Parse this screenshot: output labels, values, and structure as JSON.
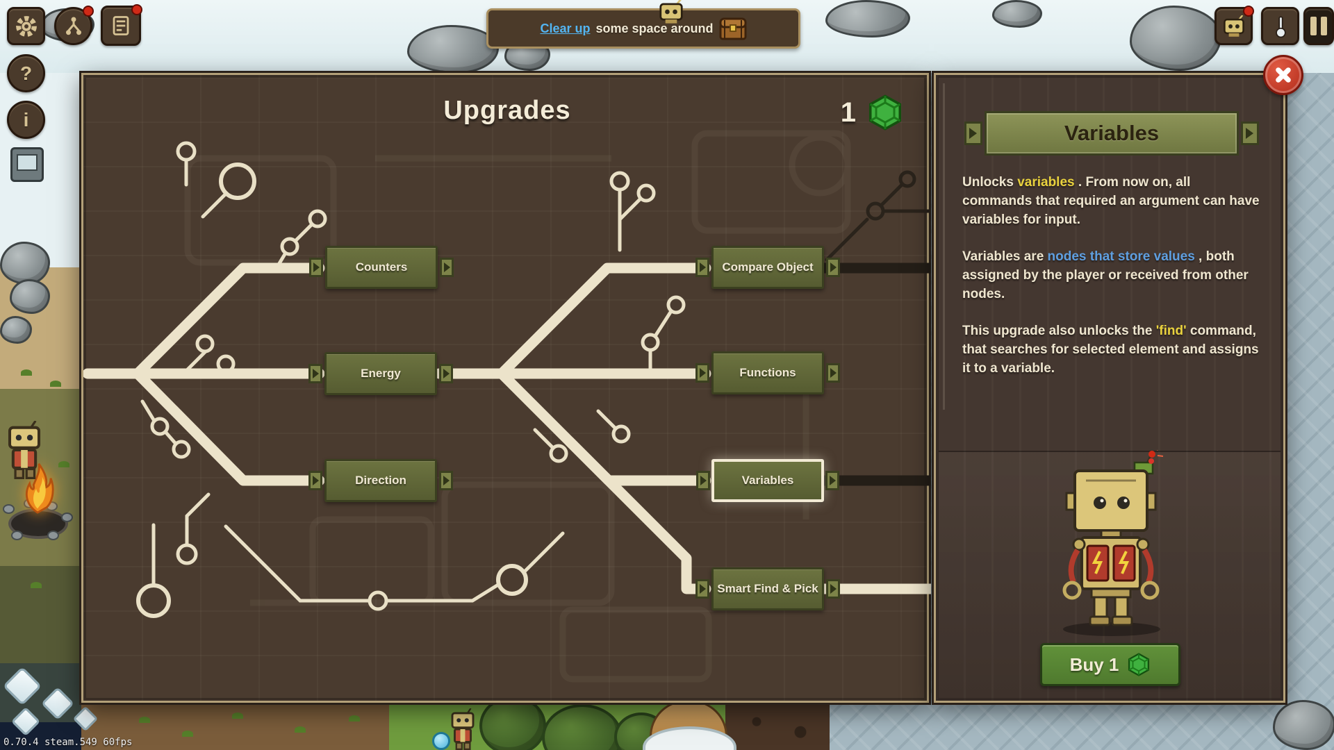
{
  "hud": {
    "version_text": "0.70.4 steam.549 60fps",
    "currency_count": "1",
    "notification": {
      "action_label": "Clear up",
      "message": "some space around"
    },
    "help_glyph": "?",
    "info_glyph": "i"
  },
  "upgrades_panel": {
    "title": "Upgrades",
    "nodes": [
      {
        "label": "Counters",
        "state": "available"
      },
      {
        "label": "Energy",
        "state": "available"
      },
      {
        "label": "Direction",
        "state": "available"
      },
      {
        "label": "Compare Object",
        "state": "available"
      },
      {
        "label": "Functions",
        "state": "available"
      },
      {
        "label": "Variables",
        "state": "selected"
      },
      {
        "label": "Smart Find & Pick",
        "state": "available"
      }
    ]
  },
  "detail_panel": {
    "title": "Variables",
    "paragraphs": [
      [
        {
          "text": "Unlocks ",
          "color": "default"
        },
        {
          "text": "variables",
          "color": "yellow"
        },
        {
          "text": " . From now on, all commands that required an argument can have variables for input.",
          "color": "default"
        }
      ],
      [
        {
          "text": "Variables are ",
          "color": "default"
        },
        {
          "text": "nodes that store values",
          "color": "blue"
        },
        {
          "text": " , both assigned by the player or received from other nodes.",
          "color": "default"
        }
      ],
      [
        {
          "text": "This upgrade also unlocks the ",
          "color": "default"
        },
        {
          "text": "'find'",
          "color": "yellow"
        },
        {
          "text": " command, that searches for selected element and assigns it to a variable.",
          "color": "default"
        }
      ]
    ],
    "buy_button_label": "Buy 1"
  },
  "colors": {
    "accent_yellow": "#e9d23e",
    "accent_blue": "#5f9fe0",
    "gem_green": "#3fb13f",
    "buy_green": "#4f7a2e",
    "alert_red": "#d02a17"
  }
}
